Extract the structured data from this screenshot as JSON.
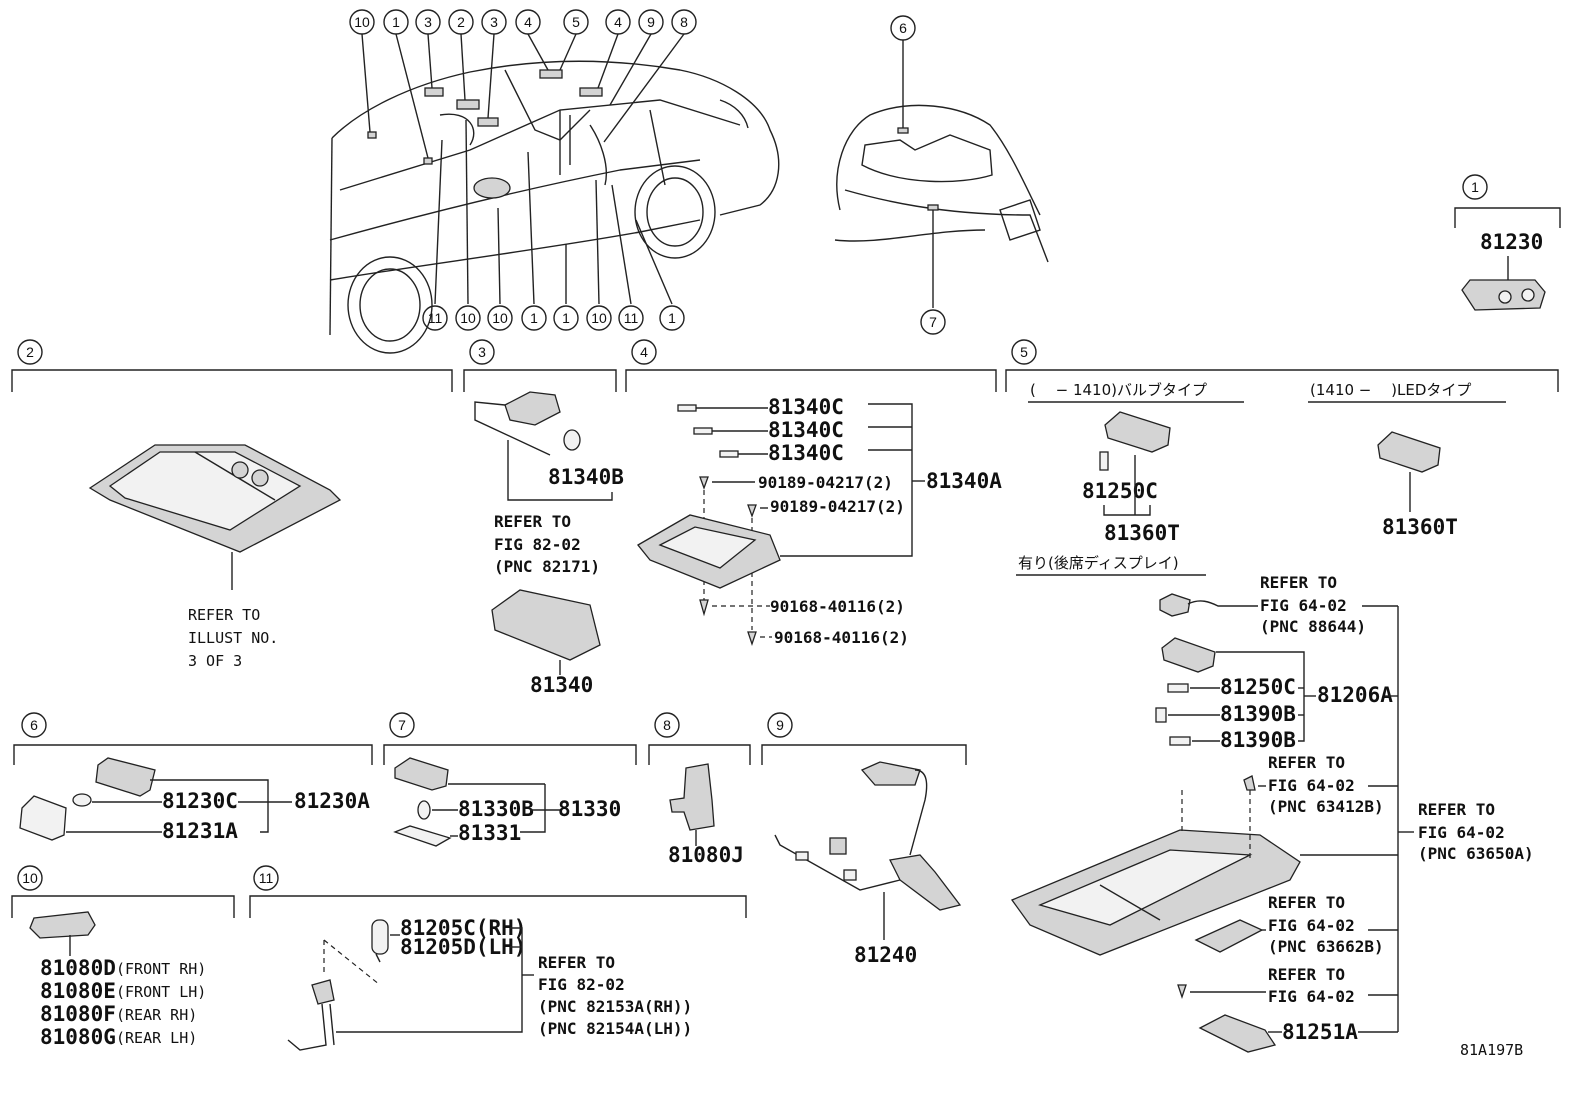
{
  "callouts_top": [
    "10",
    "1",
    "3",
    "2",
    "3",
    "4",
    "5",
    "4",
    "9",
    "8"
  ],
  "callouts_bottom": [
    "11",
    "10",
    "10",
    "1",
    "1",
    "10",
    "11",
    "1"
  ],
  "trunk_callouts": [
    "6",
    "7"
  ],
  "section1": {
    "num": "1",
    "part": "81230"
  },
  "section2": {
    "num": "2",
    "ref": [
      "REFER TO",
      "ILLUST NO.",
      "3 OF 3"
    ]
  },
  "section3": {
    "num": "3",
    "bulb": "81340B",
    "ref": [
      "REFER TO",
      "FIG 82-02",
      "(PNC 82171)"
    ],
    "lens": "81340"
  },
  "section4": {
    "num": "4",
    "bulbs": [
      "81340C",
      "81340C",
      "81340C"
    ],
    "clips": [
      "90189-04217(2)",
      "90189-04217(2)"
    ],
    "assy": "81340A",
    "screws": [
      "90168-40116(2)",
      "90168-40116(2)"
    ]
  },
  "section5": {
    "num": "5",
    "bulb_type": "(　 − 1410)バルブタイプ",
    "led_type": "(1410 −　 )LEDタイプ",
    "bulb_part": "81250C",
    "lamp_bulb": "81360T",
    "lamp_led": "81360T",
    "display_note": "有り(後席ディスプレイ)",
    "ref1": [
      "REFER TO",
      "FIG 64-02",
      "(PNC 88644)"
    ],
    "bulb2": "81250C",
    "bulb3": "81390B",
    "bulb4": "81390B",
    "assy": "81206A",
    "ref2": [
      "REFER TO",
      "FIG 64-02",
      "(PNC 63412B)"
    ],
    "ref_main": [
      "REFER TO",
      "FIG 64-02",
      "(PNC 63650A)"
    ],
    "ref3": [
      "REFER TO",
      "FIG 64-02",
      "(PNC 63662B)"
    ],
    "ref4": [
      "REFER TO",
      "FIG 64-02"
    ],
    "cover": "81251A"
  },
  "section6": {
    "num": "6",
    "bulb": "81230C",
    "lens": "81231A",
    "assy": "81230A"
  },
  "section7": {
    "num": "7",
    "bulb": "81330B",
    "lens": "81331",
    "assy": "81330"
  },
  "section8": {
    "num": "8",
    "part": "81080J"
  },
  "section9": {
    "num": "9",
    "part": "81240"
  },
  "section10": {
    "num": "10",
    "parts": [
      {
        "code": "81080D",
        "note": "(FRONT RH)"
      },
      {
        "code": "81080E",
        "note": "(FRONT LH)"
      },
      {
        "code": "81080F",
        "note": "(REAR RH)"
      },
      {
        "code": "81080G",
        "note": "(REAR LH)"
      }
    ]
  },
  "section11": {
    "num": "11",
    "rh": "81205C(RH)",
    "lh": "81205D(LH)",
    "ref": [
      "REFER TO",
      "FIG 82-02",
      "(PNC 82153A(RH))",
      "(PNC 82154A(LH))"
    ]
  },
  "figure_id": "81A197B"
}
